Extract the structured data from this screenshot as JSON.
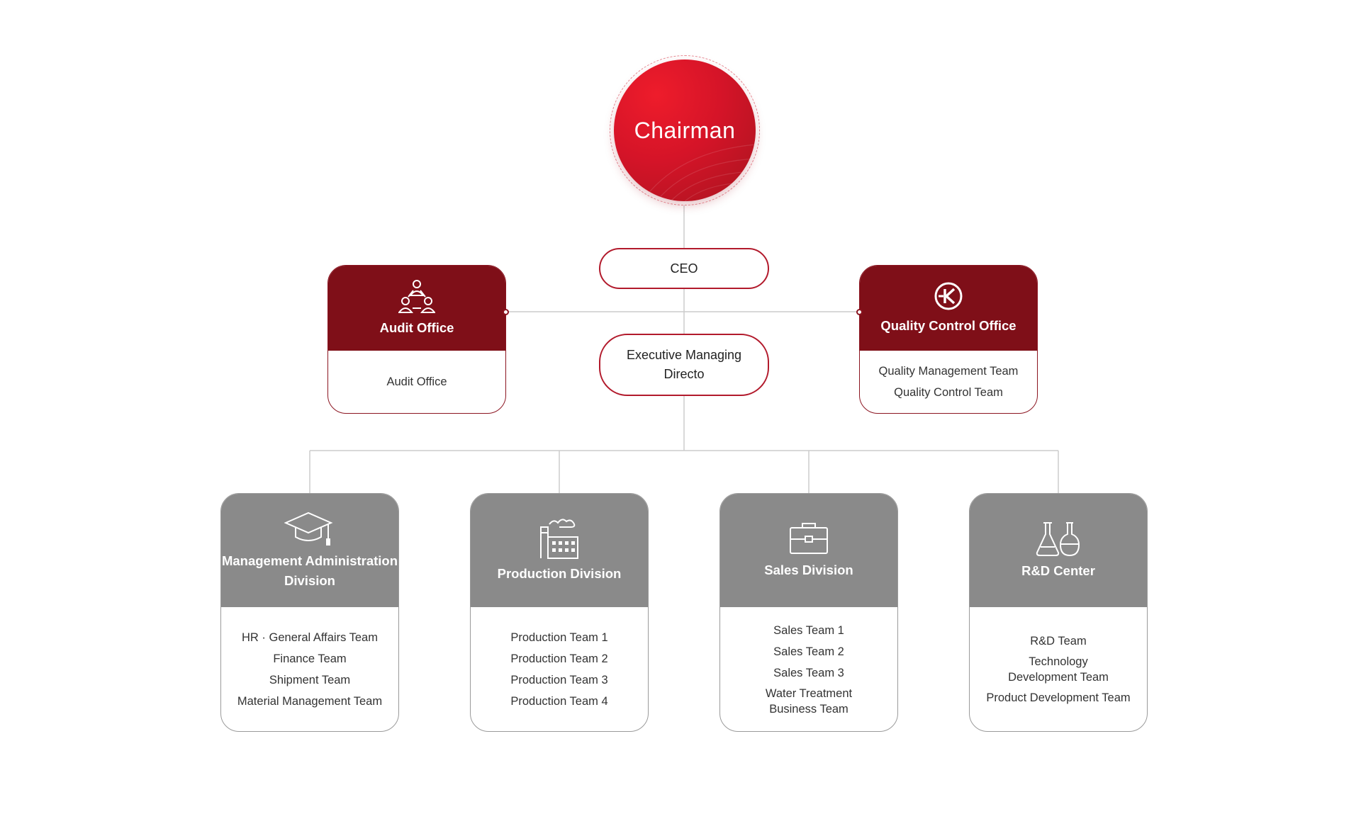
{
  "chairman": {
    "label": "Chairman"
  },
  "ceo": {
    "label": "CEO"
  },
  "executive": {
    "label": "Executive Managing Directo"
  },
  "audit_office": {
    "title": "Audit Office",
    "icon": "people-network-icon",
    "items": [
      "Audit Office"
    ]
  },
  "quality_office": {
    "title": "Quality Control Office",
    "icon": "k-logo-icon",
    "items": [
      "Quality Management Team",
      "Quality Control Team"
    ]
  },
  "divisions": [
    {
      "title": "Management Administration Division",
      "icon": "graduation-cap-icon",
      "items": [
        "HR · General Affairs Team",
        "Finance Team",
        "Shipment Team",
        "Material Management Team"
      ]
    },
    {
      "title": "Production Division",
      "icon": "factory-icon",
      "items": [
        "Production Team 1",
        "Production Team 2",
        "Production Team 3",
        "Production Team 4"
      ]
    },
    {
      "title": "Sales Division",
      "icon": "briefcase-icon",
      "items": [
        "Sales Team 1",
        "Sales Team 2",
        "Sales Team 3",
        "Water Treatment Business Team"
      ]
    },
    {
      "title": "R&D Center",
      "icon": "flask-icon",
      "items": [
        "R&D Team",
        "Technology Development Team",
        "Product Development Team"
      ]
    }
  ],
  "colors": {
    "chairman_red": "#d51428",
    "office_header": "#7f0f18",
    "division_header": "#8a8a8a",
    "pill_border": "#b21a2c",
    "connector": "#cccccc"
  }
}
